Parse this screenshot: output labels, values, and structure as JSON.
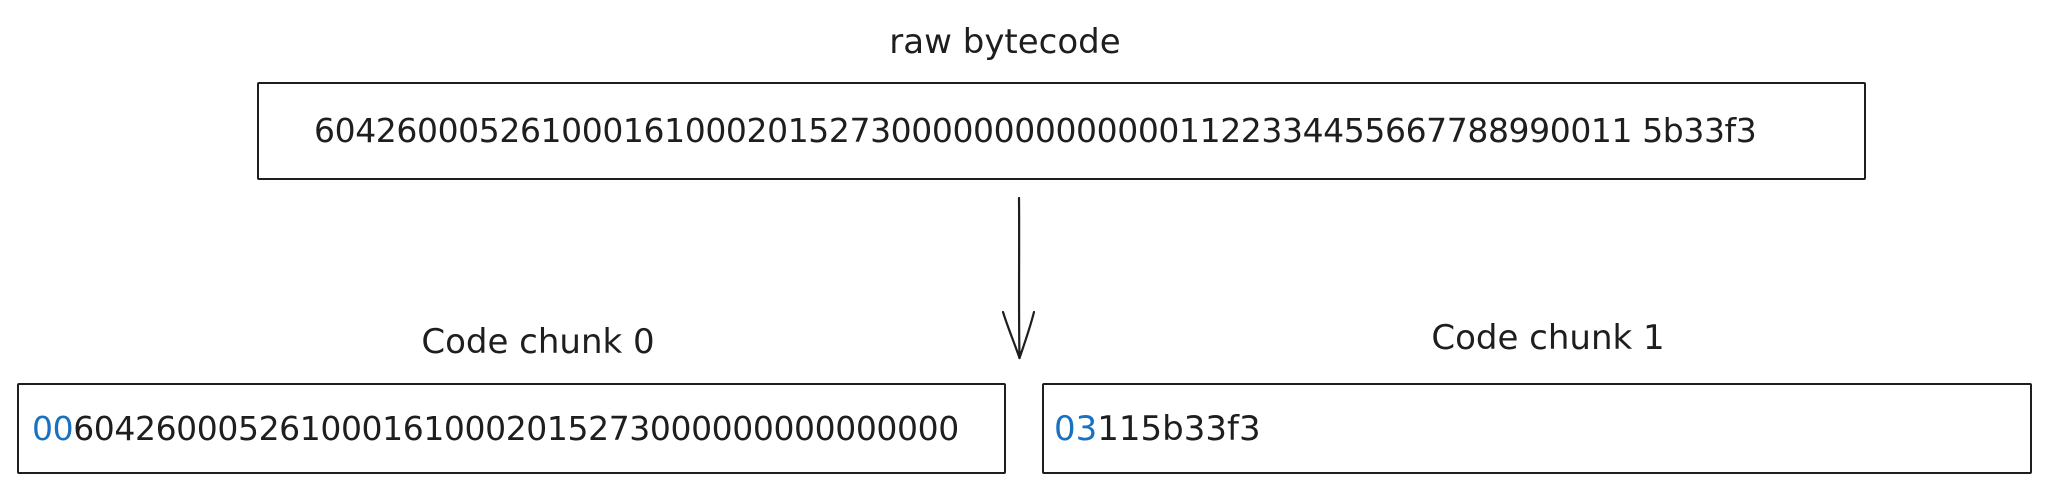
{
  "raw": {
    "label": "raw bytecode",
    "bytecode": "6042600052610001610002015273000000000000001122334455667788990011 5b33f3"
  },
  "chunks": [
    {
      "label": "Code chunk 0",
      "prefix": "00",
      "body": "6042600052610001610002015273000000000000000"
    },
    {
      "label": "Code chunk 1",
      "prefix": "03",
      "body": "115b33f3"
    }
  ],
  "colors": {
    "stroke": "#1e1e1e",
    "prefix": "#1971c2"
  },
  "icons": {
    "arrow": "arrow-down-icon"
  }
}
